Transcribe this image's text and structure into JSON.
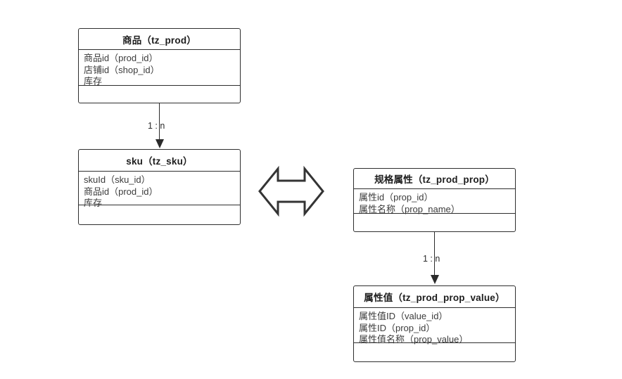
{
  "diagram": {
    "type": "entity-relationship",
    "background_color": "#ffffff",
    "line_color": "#2e2e2e",
    "title_text_color": "#1d1d1d",
    "attribute_text_color": "#3b3b3b",
    "entities": [
      {
        "id": "tz_prod",
        "title": "商品（tz_prod）",
        "attributes": [
          "商品id（prod_id）",
          "店铺id（shop_id）",
          "库存"
        ],
        "footer": ""
      },
      {
        "id": "tz_sku",
        "title": "sku（tz_sku）",
        "attributes": [
          "skuId（sku_id）",
          "商品id（prod_id）",
          "库存"
        ],
        "footer": ""
      },
      {
        "id": "tz_prod_prop",
        "title": "规格属性（tz_prod_prop）",
        "attributes": [
          "属性id（prop_id）",
          "属性名称（prop_name）"
        ],
        "footer": ""
      },
      {
        "id": "tz_prod_prop_value",
        "title": "属性值（tz_prod_prop_value）",
        "attributes": [
          "属性值ID（value_id）",
          "属性ID（prop_id）",
          "属性值名称（prop_value）"
        ],
        "footer": ""
      }
    ],
    "relationships": [
      {
        "id": "prod-to-sku",
        "from": "tz_prod",
        "to": "tz_sku",
        "label": "1 : n",
        "arrow": "single-down"
      },
      {
        "id": "prop-to-prop-value",
        "from": "tz_prod_prop",
        "to": "tz_prod_prop_value",
        "label": "1 : n",
        "arrow": "single-down"
      },
      {
        "id": "sku-to-prop",
        "from": "tz_sku",
        "to": "tz_prod_prop",
        "label": "",
        "arrow": "bidirectional-block",
        "icon": "double-headed-arrow-icon"
      }
    ]
  }
}
